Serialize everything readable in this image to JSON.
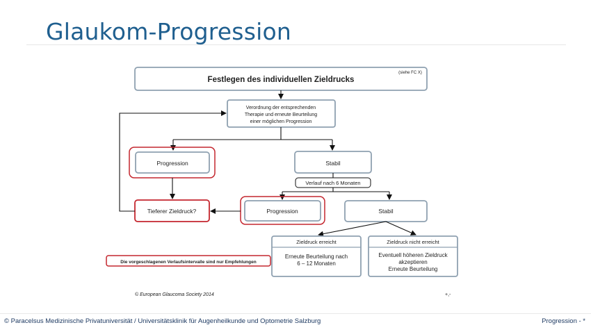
{
  "slide": {
    "title": "Glaukom-Progression"
  },
  "diagram": {
    "top_box_title": "Festlegen des individuellen Zieldrucks",
    "top_box_ref": "(siehe FC X)",
    "therapy_lines": [
      "Verordnung der entsprechenden",
      "Therapie und erneute Beurteilung",
      "einer möglichen Progression"
    ],
    "progression_1": "Progression",
    "stabil_1": "Stabil",
    "verlauf": "Verlauf nach 6 Monaten",
    "tieferer": "Tieferer Zieldruck?",
    "progression_2": "Progression",
    "stabil_2": "Stabil",
    "reached_title": "Zieldruck erreicht",
    "reached_lines": [
      "Erneute Beurteilung nach",
      "6 – 12 Monaten"
    ],
    "not_reached_title": "Zieldruck nicht erreicht",
    "not_reached_lines": [
      "Eventuell höheren Zieldruck",
      "akzeptieren",
      "Erneute Beurteilung"
    ],
    "note": "Die vorgeschlagenen Verlaufsintervalle sind nur Empfehlungen",
    "copyright": "© European Glaucoma Society 2014",
    "mark": "+,-"
  },
  "footer": {
    "left": "© Paracelsus Medizinische Privatuniversität / Universitätsklinik für Augenheilkunde und Optometrie Salzburg",
    "right": "Progression - *"
  },
  "colors": {
    "title": "#1f5f8f",
    "box_border": "#8fa1b1",
    "highlight_red": "#c4262e"
  }
}
